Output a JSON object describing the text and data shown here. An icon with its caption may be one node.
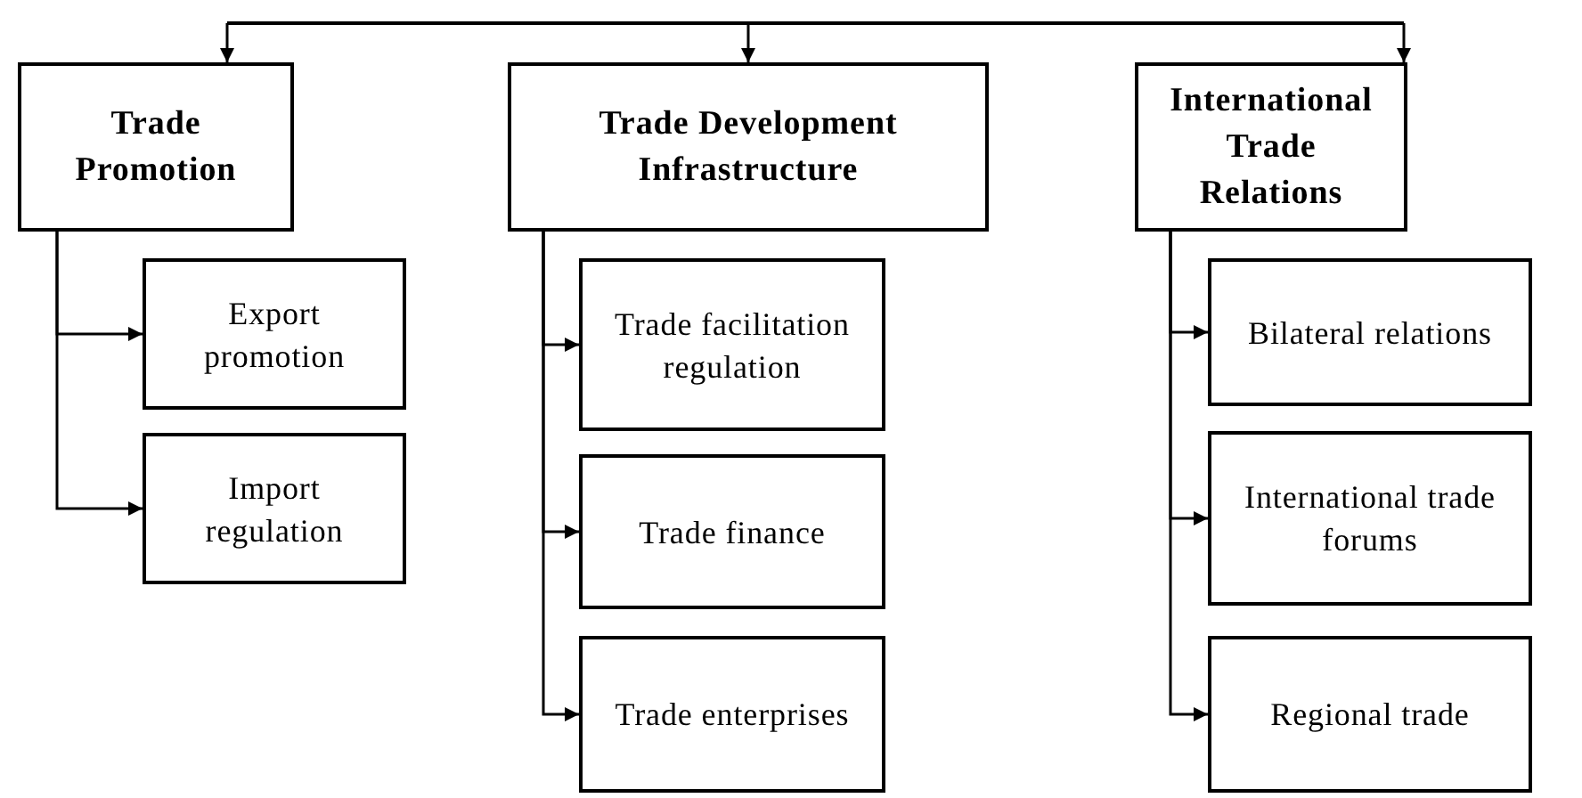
{
  "diagram": {
    "nodes": [
      {
        "text": [
          "Trade Promotion"
        ]
      },
      {
        "text": [
          "Trade Development Infrastructure"
        ]
      },
      {
        "text": [
          "International Trade Relations"
        ]
      },
      {
        "text": [
          "Export promotion"
        ]
      },
      {
        "text": [
          "Import regulation"
        ]
      },
      {
        "text": [
          "Trade facilitation regulation"
        ]
      },
      {
        "text": [
          "Trade finance"
        ]
      },
      {
        "text": [
          "Trade enterprises"
        ]
      },
      {
        "text": [
          "Bilateral relations"
        ]
      },
      {
        "text": [
          "International trade forums"
        ]
      },
      {
        "text": [
          "Regional trade"
        ]
      }
    ],
    "edges": [
      {
        "from": null,
        "to": 0,
        "arrow": "to"
      },
      {
        "from": null,
        "to": 1,
        "arrow": "to"
      },
      {
        "from": null,
        "to": 2,
        "arrow": "to"
      },
      {
        "from": 0,
        "to": 3,
        "arrow": "to"
      },
      {
        "from": 0,
        "to": 4,
        "arrow": "to"
      },
      {
        "from": 1,
        "to": 5,
        "arrow": "to"
      },
      {
        "from": 1,
        "to": 6,
        "arrow": "to"
      },
      {
        "from": 1,
        "to": 7,
        "arrow": "to"
      },
      {
        "from": 2,
        "to": 8,
        "arrow": "to"
      },
      {
        "from": 2,
        "to": 9,
        "arrow": "to"
      },
      {
        "from": 2,
        "to": 10,
        "arrow": "to"
      }
    ]
  }
}
